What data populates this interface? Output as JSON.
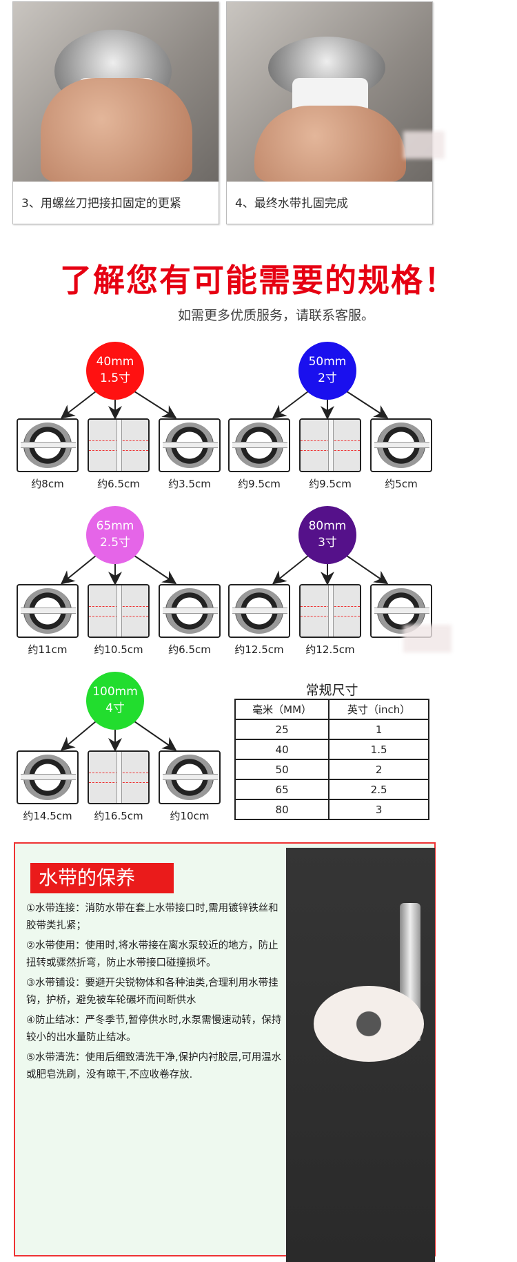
{
  "steps": [
    {
      "caption": "3、用螺丝刀把接扣固定的更紧"
    },
    {
      "caption": "4、最终水带扎固完成"
    }
  ],
  "heading": "了解您有可能需要的规格！",
  "subtitle": "如需更多优质服务，请联系客服。",
  "groups": [
    {
      "mm": "40mm",
      "cun": "1.5寸",
      "color": "#ff1111",
      "sizes": [
        "约8cm",
        "约6.5cm",
        "约3.5cm"
      ]
    },
    {
      "mm": "50mm",
      "cun": "2寸",
      "color": "#1a10ee",
      "sizes": [
        "约9.5cm",
        "约9.5cm",
        "约5cm"
      ]
    },
    {
      "mm": "65mm",
      "cun": "2.5寸",
      "color": "#e565e8",
      "sizes": [
        "约11cm",
        "约10.5cm",
        "约6.5cm"
      ]
    },
    {
      "mm": "80mm",
      "cun": "3寸",
      "color": "#55118a",
      "sizes": [
        "约12.5cm",
        "约12.5cm",
        ""
      ]
    },
    {
      "mm": "100mm",
      "cun": "4寸",
      "color": "#22dd2e",
      "sizes": [
        "约14.5cm",
        "约16.5cm",
        "约10cm"
      ]
    }
  ],
  "table": {
    "title": "常规尺寸",
    "headers": [
      "毫米（MM）",
      "英寸（inch）"
    ],
    "rows": [
      [
        "25",
        "1"
      ],
      [
        "40",
        "1.5"
      ],
      [
        "50",
        "2"
      ],
      [
        "65",
        "2.5"
      ],
      [
        "80",
        "3"
      ]
    ]
  },
  "care": {
    "title": "水带的保养",
    "items": [
      "①水带连接：消防水带在套上水带接口时,需用镀锌铁丝和胶带类扎紧；",
      "②水带使用：使用时,将水带接在离水泵较近的地方，防止扭转或骤然折弯，防止水带接口碰撞损坏。",
      " ③水带铺设：要避开尖锐物体和各种油类,合理利用水带挂钩，护桥，避免被车轮碾坏而间断供水",
      " ④防止结冰：严冬季节,暂停供水时,水泵需慢速动转，保持较小的出水量防止结冰。",
      "⑤水带清洗：使用后细致清洗干净,保护内衬胶层,可用温水或肥皂洗刷，没有晾干,不应收卷存放."
    ]
  }
}
